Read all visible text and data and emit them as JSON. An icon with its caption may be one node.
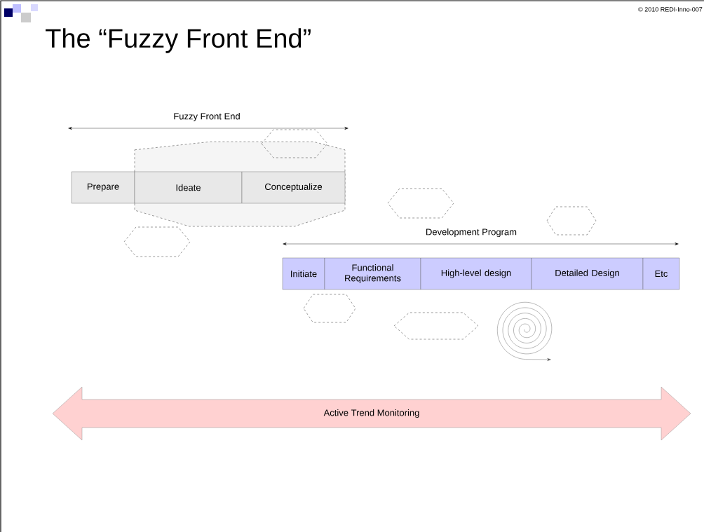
{
  "diagram": {
    "title": "The “Fuzzy Front End”",
    "nodes": [
      {
        "text": [
          "Prepare"
        ]
      },
      {
        "text": [
          "Ideate"
        ],
        "in": 3
      },
      {
        "text": [
          "Conceptualize"
        ],
        "in": 3
      },
      {
        "text": [],
        "shape": "octagon"
      },
      {
        "text": [],
        "shape": "hexagon"
      },
      {
        "text": [],
        "shape": "hexagon"
      },
      {
        "text": [],
        "shape": "hexagon"
      },
      {
        "text": [],
        "shape": "hexagon"
      },
      {
        "text": [
          "Initiate"
        ]
      },
      {
        "text": [
          "Functional Requirements"
        ]
      },
      {
        "text": [
          "High-level design"
        ]
      },
      {
        "text": [
          "Detailed Design"
        ]
      },
      {
        "text": [
          "Etc"
        ]
      },
      {
        "text": [],
        "shape": "hexagon"
      },
      {
        "text": [],
        "shape": "hexagon"
      },
      {
        "text": [
          "Active Trend Monitoring"
        ]
      }
    ],
    "labels": [
      "© 2010 REDI-Inno-007",
      "Fuzzy Front End",
      "Development Program"
    ]
  }
}
